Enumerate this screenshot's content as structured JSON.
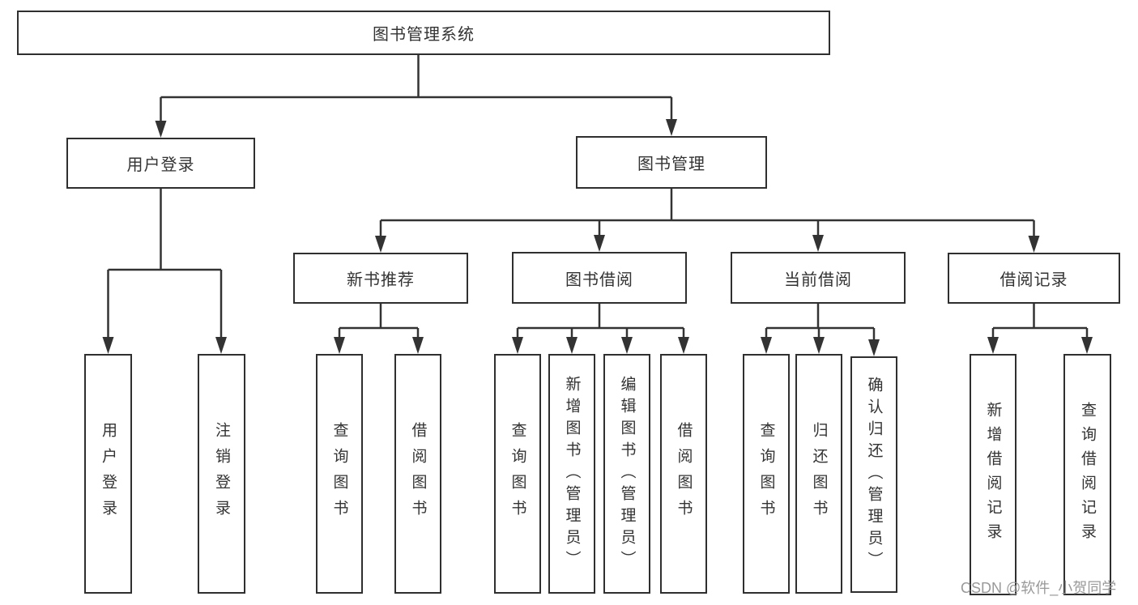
{
  "diagram_title": "图书管理系统",
  "hierarchy": {
    "label": "图书管理系统",
    "children": [
      {
        "label": "用户登录",
        "children": [
          {
            "label": "用户登录"
          },
          {
            "label": "注销登录"
          }
        ]
      },
      {
        "label": "图书管理",
        "children": [
          {
            "label": "新书推荐",
            "children": [
              {
                "label": "查询图书"
              },
              {
                "label": "借阅图书"
              }
            ]
          },
          {
            "label": "图书借阅",
            "children": [
              {
                "label": "查询图书"
              },
              {
                "label": "新增图书（管理员）"
              },
              {
                "label": "编辑图书（管理员）"
              },
              {
                "label": "借阅图书"
              }
            ]
          },
          {
            "label": "当前借阅",
            "children": [
              {
                "label": "查询图书"
              },
              {
                "label": "归还图书"
              },
              {
                "label": "确认归还（管理员）"
              }
            ]
          },
          {
            "label": "借阅记录",
            "children": [
              {
                "label": "新增借阅记录"
              },
              {
                "label": "查询借阅记录"
              }
            ]
          }
        ]
      }
    ]
  },
  "watermark": "CSDN @软件_小贺同学",
  "colors": {
    "line": "#333333",
    "box_border": "#2f2f2f",
    "text": "#333333",
    "background": "#ffffff",
    "watermark": "#949494"
  }
}
